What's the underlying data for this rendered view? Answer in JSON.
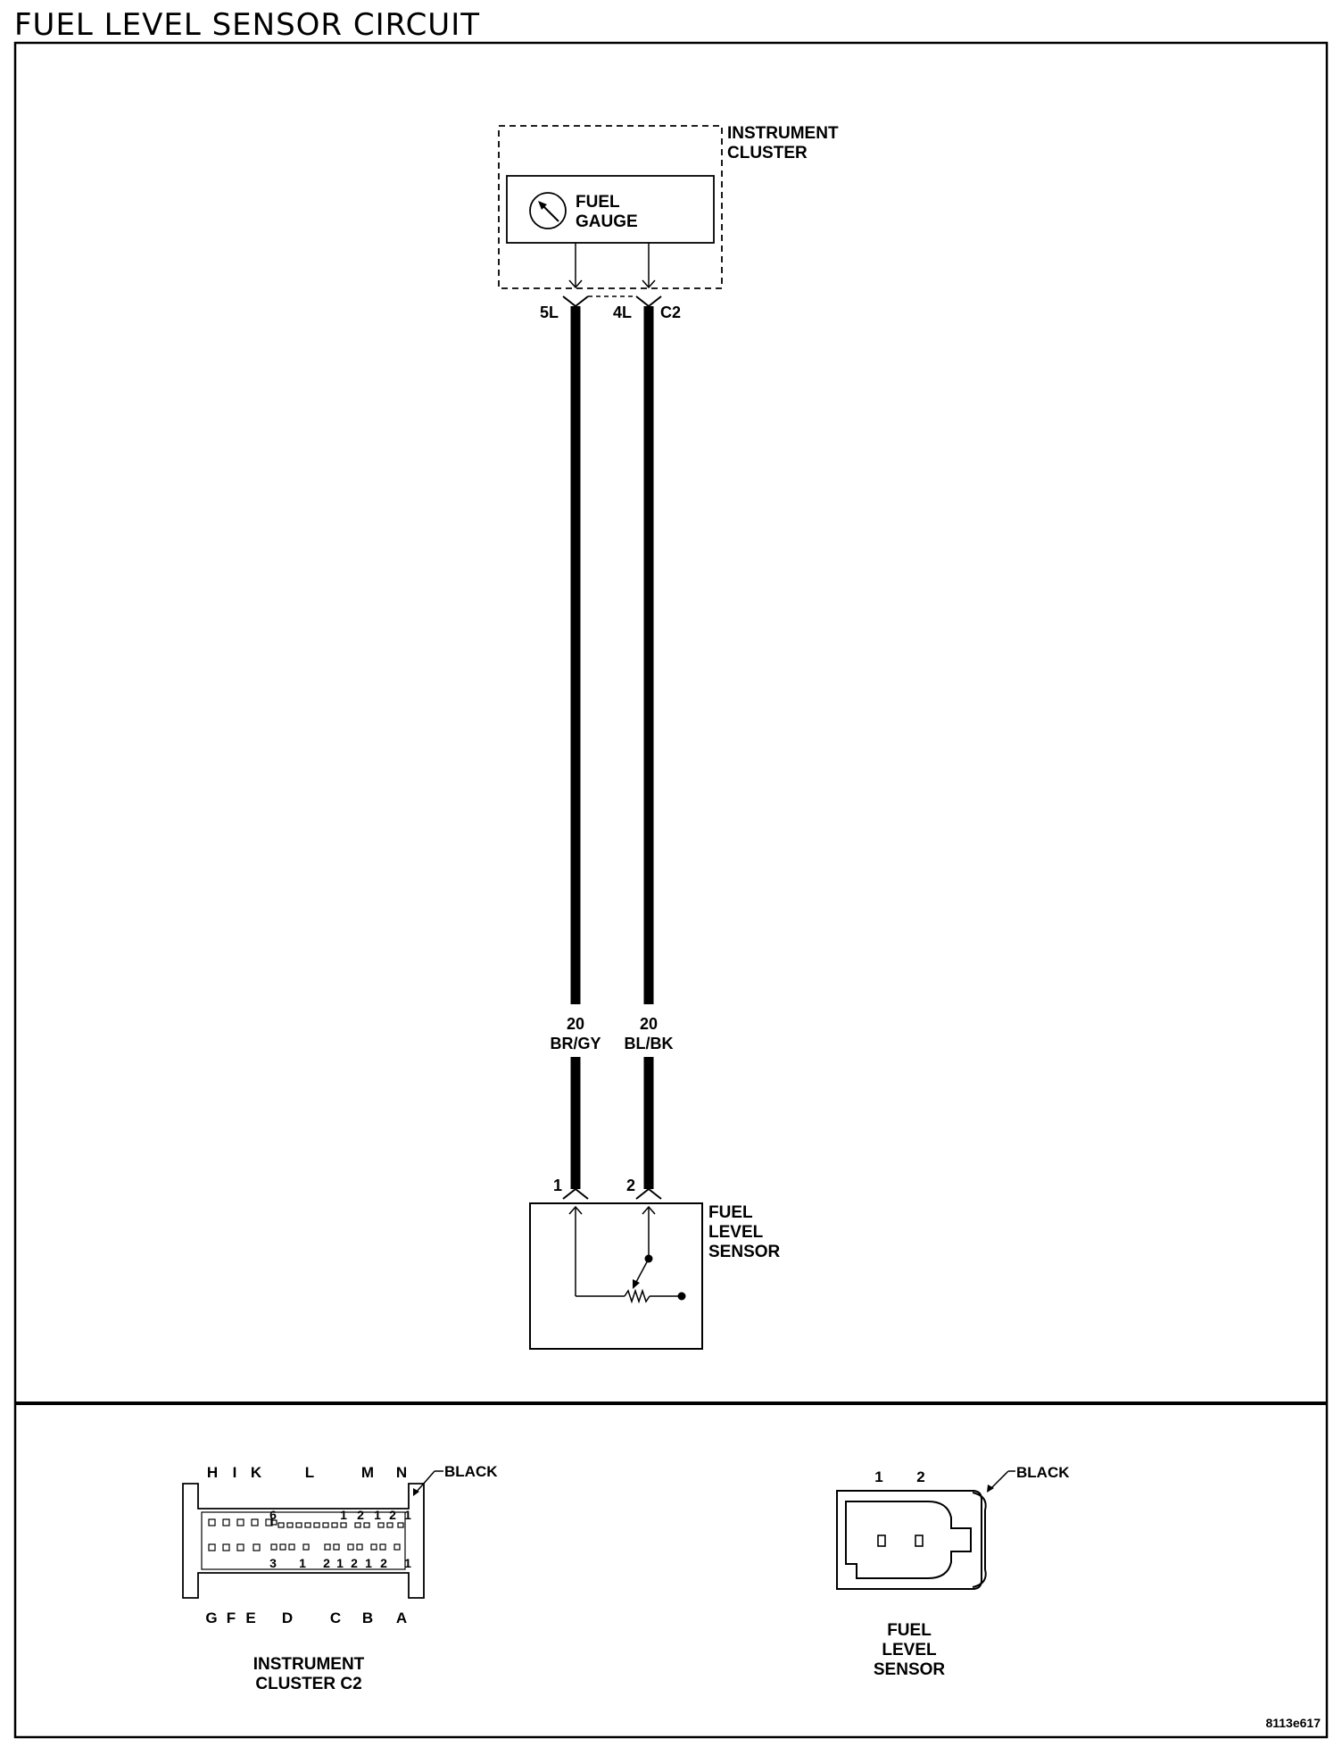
{
  "title": "FUEL LEVEL SENSOR CIRCUIT",
  "instrument_cluster": {
    "label_line1": "INSTRUMENT",
    "label_line2": "CLUSTER"
  },
  "fuel_gauge": {
    "label_line1": "FUEL",
    "label_line2": "GAUGE",
    "icon": "gauge-needle-icon"
  },
  "connector_top": {
    "pin_left": "5L",
    "pin_right": "4L",
    "connector": "C2"
  },
  "wires": [
    {
      "gauge": "20",
      "color": "BR/GY"
    },
    {
      "gauge": "20",
      "color": "BL/BK"
    }
  ],
  "fuel_level_sensor": {
    "label_line1": "FUEL",
    "label_line2": "LEVEL",
    "label_line3": "SENSOR",
    "pin1": "1",
    "pin2": "2"
  },
  "cluster_c2_view": {
    "top_letters": [
      "H",
      "I",
      "K",
      "L",
      "M",
      "N"
    ],
    "bottom_letters": [
      "G",
      "F",
      "E",
      "D",
      "C",
      "B",
      "A"
    ],
    "row1_numbers": [
      "6",
      "1",
      "2",
      "1",
      "2",
      "1"
    ],
    "row2_numbers": [
      "3",
      "1",
      "2",
      "1",
      "2",
      "1",
      "2",
      "1"
    ],
    "color": "BLACK",
    "caption_line1": "INSTRUMENT",
    "caption_line2": "CLUSTER C2"
  },
  "sensor_view": {
    "pins": [
      "1",
      "2"
    ],
    "color": "BLACK",
    "caption_line1": "FUEL",
    "caption_line2": "LEVEL",
    "caption_line3": "SENSOR"
  },
  "figure_id": "8113e617"
}
